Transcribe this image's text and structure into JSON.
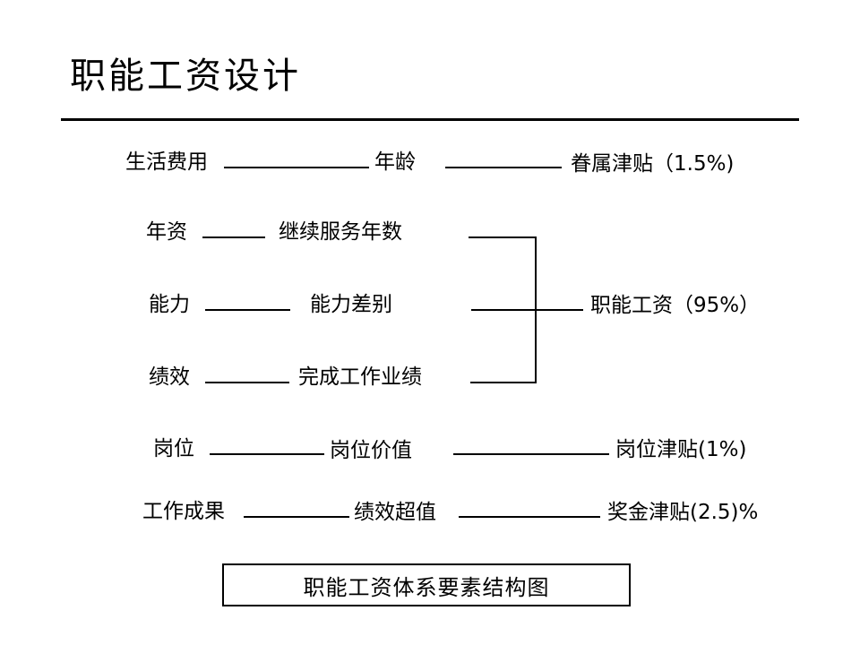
{
  "slide": {
    "title": "职能工资设计",
    "caption": "职能工资体系要素结构图"
  },
  "diagram": {
    "rows": [
      {
        "left": "生活费用",
        "middle": "年龄",
        "right": "眷属津贴（1.5%)"
      },
      {
        "left": "年资",
        "middle": "继续服务年数",
        "right": ""
      },
      {
        "left": "能力",
        "middle": "能力差别",
        "right": "职能工资（95%）"
      },
      {
        "left": "绩效",
        "middle": "完成工作业绩",
        "right": ""
      },
      {
        "left": "岗位",
        "middle": "岗位价值",
        "right": "岗位津贴(1%)"
      },
      {
        "left": "工作成果",
        "middle": "绩效超值",
        "right": "奖金津贴(2.5)%"
      }
    ]
  }
}
